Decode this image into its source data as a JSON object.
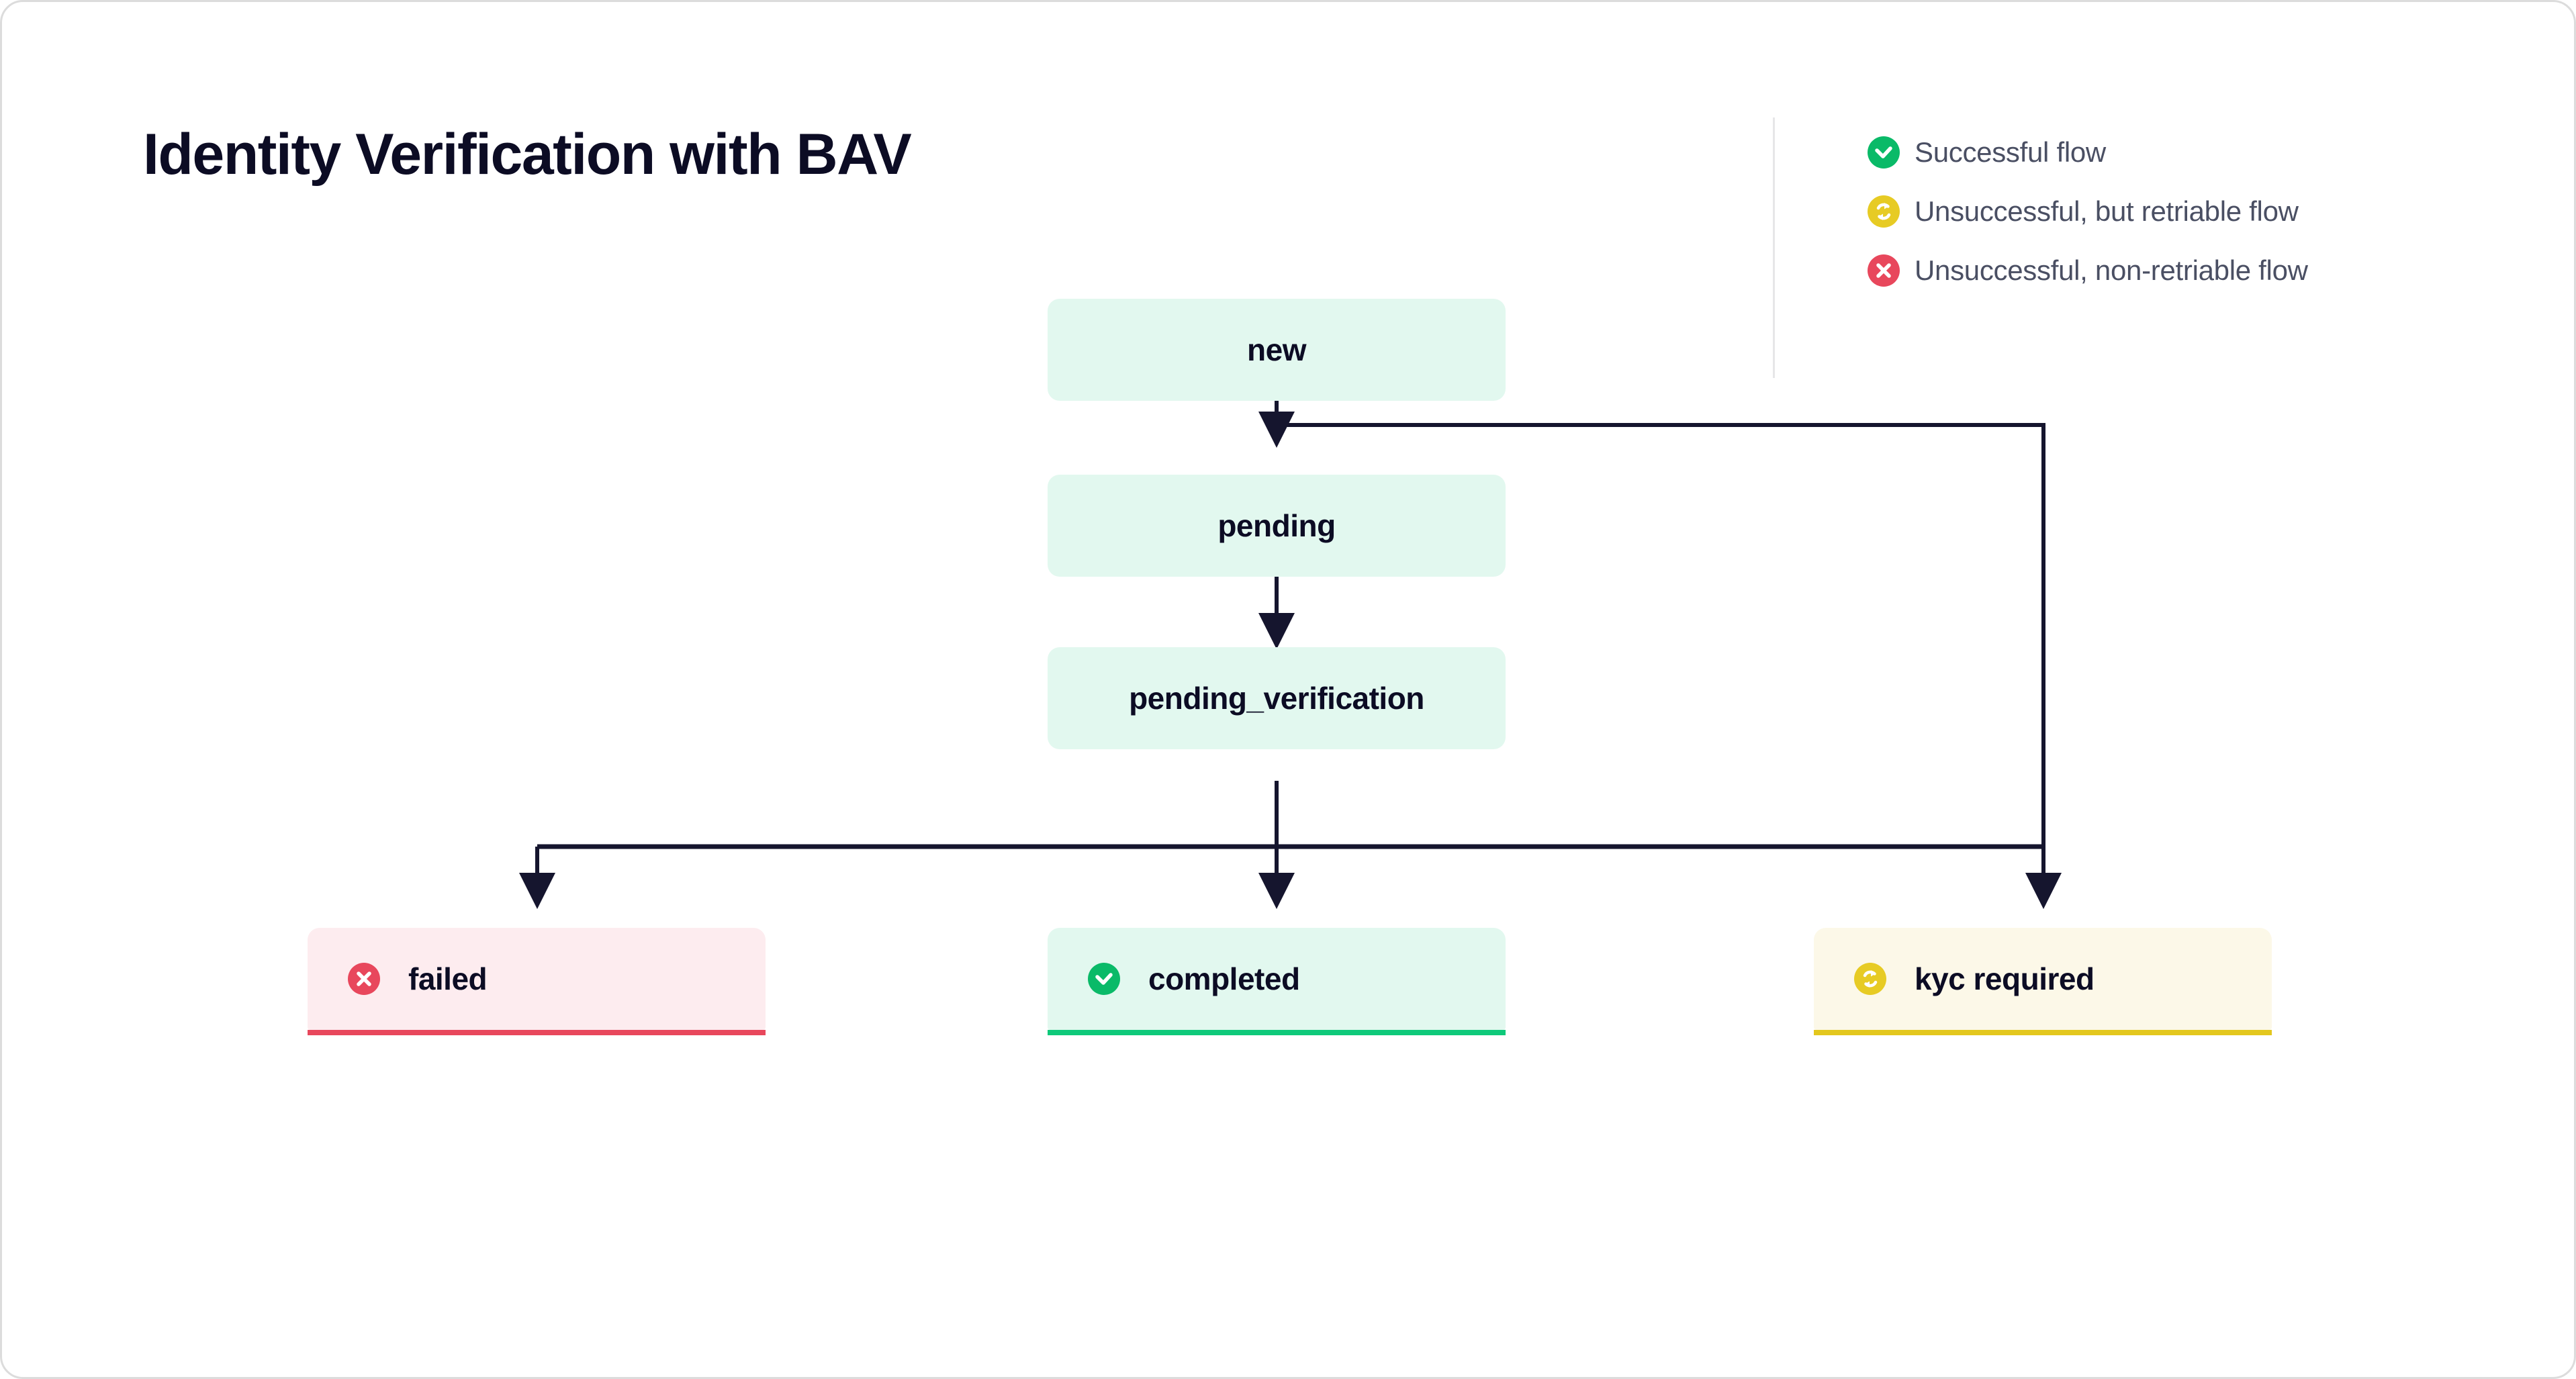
{
  "page": {
    "title": "Identity Verification with BAV",
    "title_color": "#0c0c24",
    "background": "#ffffff"
  },
  "legend": {
    "items": [
      {
        "icon": "check-circle-icon",
        "color": "#0aba68",
        "label": "Successful flow"
      },
      {
        "icon": "retry-circle-icon",
        "color": "#e7cb24",
        "label": "Unsuccessful, but retriable flow"
      },
      {
        "icon": "x-circle-icon",
        "color": "#e8475c",
        "label": "Unsuccessful, non-retriable flow"
      }
    ]
  },
  "flow": {
    "nodes": [
      {
        "id": "new",
        "label": "new",
        "kind": "state",
        "fill": "#e2f8ef"
      },
      {
        "id": "pending",
        "label": "pending",
        "kind": "state",
        "fill": "#e2f8ef"
      },
      {
        "id": "pending_verification",
        "label": "pending_verification",
        "kind": "state",
        "fill": "#e2f8ef"
      }
    ],
    "results": [
      {
        "id": "failed",
        "label": "failed",
        "icon": "x-circle-icon",
        "icon_color": "#e8475c",
        "fill": "#fdecef",
        "bar_color": "#e8475c"
      },
      {
        "id": "completed",
        "label": "completed",
        "icon": "check-circle-icon",
        "icon_color": "#0aba68",
        "fill": "#e2f8ef",
        "bar_color": "#0ec97a"
      },
      {
        "id": "kyc_required",
        "label": "kyc required",
        "icon": "retry-circle-icon",
        "icon_color": "#e7cb24",
        "fill": "#fcf8e8",
        "bar_color": "#e3c71e"
      }
    ],
    "edges": [
      {
        "from": "new",
        "to": "pending"
      },
      {
        "from": "new",
        "to": "kyc_required"
      },
      {
        "from": "pending",
        "to": "pending_verification"
      },
      {
        "from": "pending_verification",
        "to": "failed"
      },
      {
        "from": "pending_verification",
        "to": "completed"
      },
      {
        "from": "pending_verification",
        "to": "kyc_required"
      }
    ],
    "edge_color": "#15152e"
  }
}
